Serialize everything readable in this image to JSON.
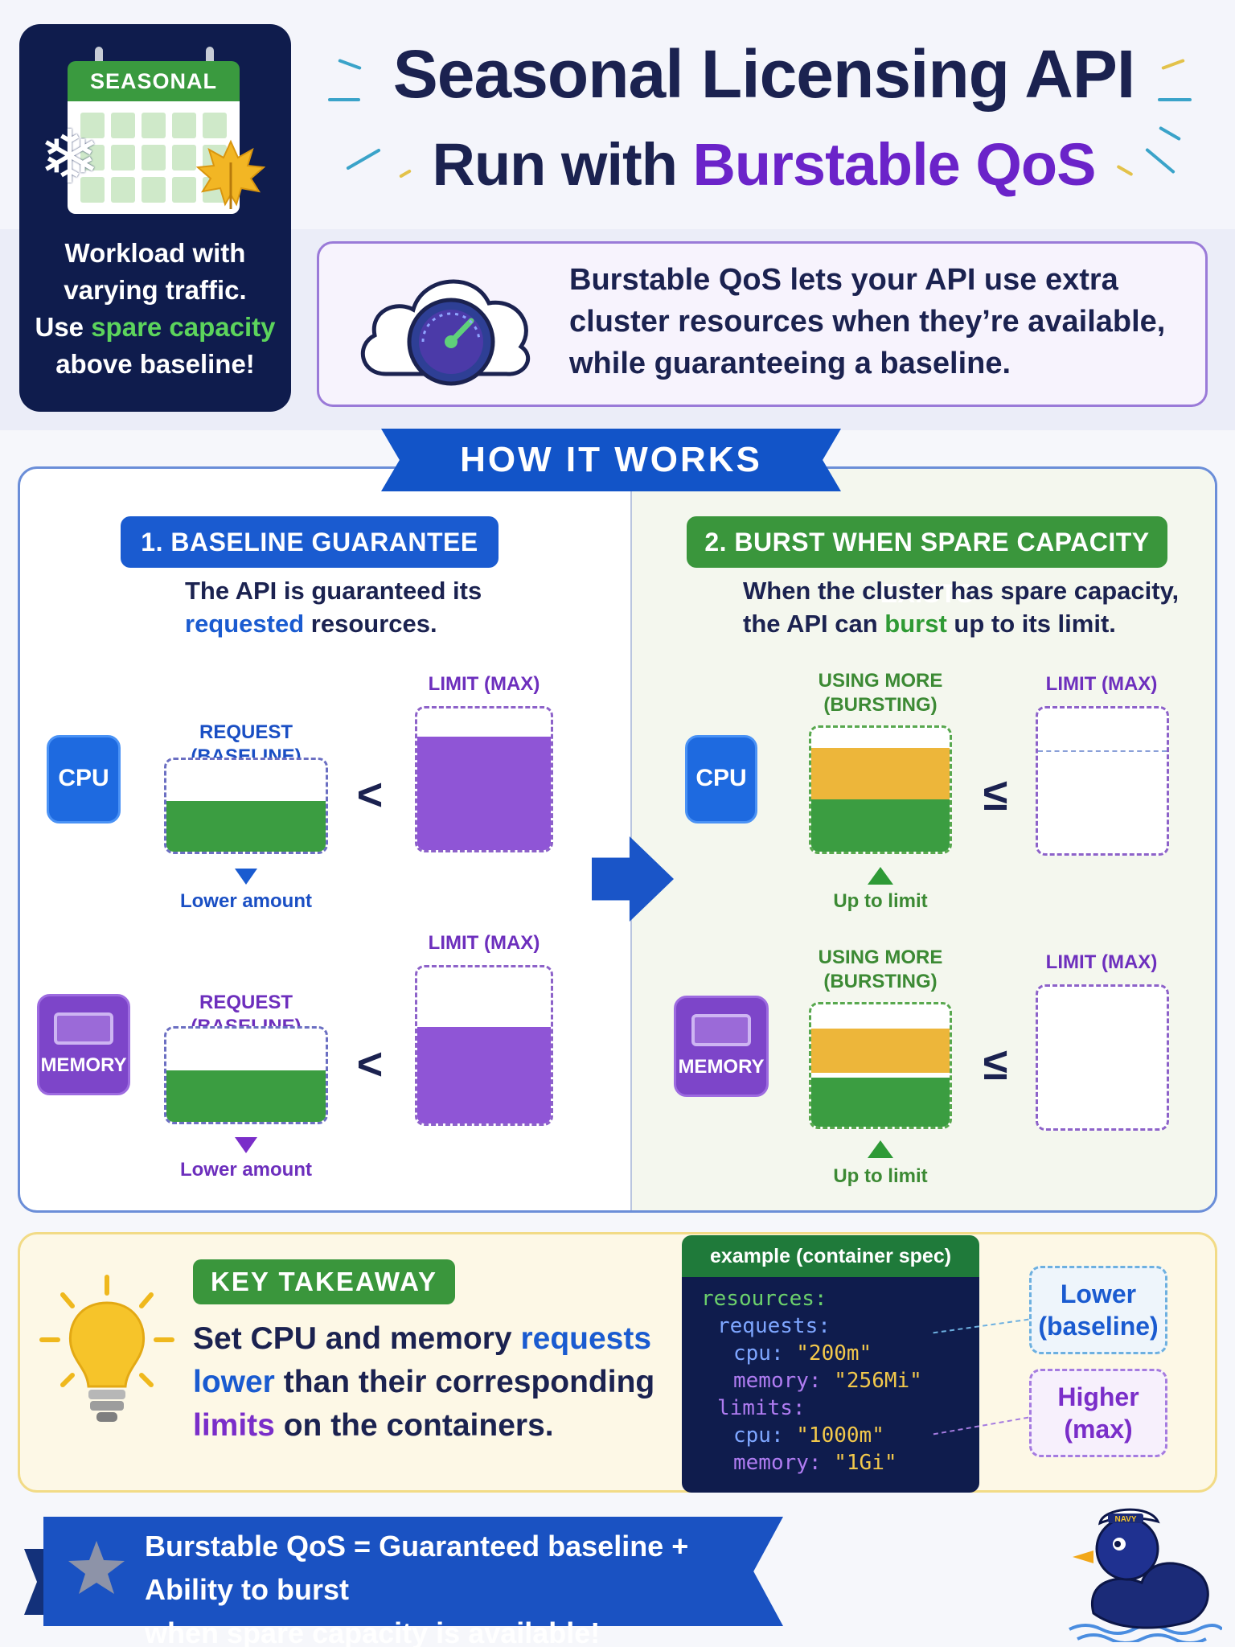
{
  "season_card": {
    "calendar_label": "SEASONAL",
    "line1": "Workload with",
    "line2": "varying traffic.",
    "line3_prefix": "Use ",
    "line3_highlight": "spare capacity",
    "line4": "above baseline!",
    "icons": [
      "calendar-icon",
      "snowflake-icon",
      "leaf-icon"
    ]
  },
  "header": {
    "title": "Seasonal Licensing API",
    "subtitle_prefix": "Run with ",
    "subtitle_accent": "Burstable QoS"
  },
  "intro": {
    "text": "Burstable QoS lets your API use extra cluster resources when they’re available, while guaranteeing a baseline.",
    "icon": "cloud-gauge-icon"
  },
  "how_it_works": {
    "banner": "HOW IT WORKS",
    "step1": {
      "title": "1. BASELINE GUARANTEE",
      "desc_line1": "The API is guaranteed its",
      "desc_highlight": "requested",
      "desc_rest": " resources.",
      "cpu": {
        "chip_label": "CPU",
        "request_label": "REQUEST (BASELINE)",
        "limit_label": "LIMIT (MAX)",
        "operator": "<",
        "note": "Lower amount",
        "request_fill": 0.55,
        "limit_fill": 0.8
      },
      "memory": {
        "chip_label": "MEMORY",
        "request_label": "REQUEST (BASELINE)",
        "limit_label": "LIMIT (MAX)",
        "operator": "<",
        "note": "Lower amount",
        "request_fill": 0.55,
        "limit_fill": 0.62
      }
    },
    "step2": {
      "title": "2. BURST WHEN SPARE CAPACITY EXISTS",
      "desc_line1": "When the cluster has spare capacity,",
      "desc_line2_prefix": "the API can ",
      "desc_highlight": "burst",
      "desc_line2_suffix": " up to its limit.",
      "cpu": {
        "chip_label": "CPU",
        "using_label_1": "USING MORE",
        "using_label_2": "(BURSTING)",
        "limit_label": "LIMIT (MAX)",
        "operator": "≤",
        "note": "Up to limit"
      },
      "memory": {
        "chip_label": "MEMORY",
        "using_label_1": "USING MORE",
        "using_label_2": "(BURSTING)",
        "limit_label": "LIMIT (MAX)",
        "operator": "≤",
        "note": "Up to limit"
      }
    }
  },
  "takeaway": {
    "label": "KEY TAKEAWAY",
    "part1": "Set CPU and memory ",
    "highlight1": "requests lower",
    "part2": " than their corresponding ",
    "highlight2": "limits",
    "part3": " on the containers."
  },
  "code": {
    "header": "example (container spec)",
    "lines": {
      "resources": "resources:",
      "requests": "requests:",
      "req_cpu_key": "cpu:",
      "req_cpu_val": "\"200m\"",
      "req_mem_key": "memory:",
      "req_mem_val": "\"256Mi\"",
      "limits": "limits:",
      "lim_cpu_key": "cpu:",
      "lim_cpu_val": "\"1000m\"",
      "lim_mem_key": "memory:",
      "lim_mem_val": "\"1Gi\""
    },
    "note_lower_1": "Lower",
    "note_lower_2": "(baseline)",
    "note_higher_1": "Higher",
    "note_higher_2": "(max)"
  },
  "footer": {
    "line1": "Burstable QoS = Guaranteed baseline + Ability to burst",
    "line2": "when spare capacity is available!",
    "duck_label": "NAVY"
  },
  "colors": {
    "navy": "#0f1c4d",
    "blue": "#1a5bd0",
    "green": "#3a963c",
    "purple": "#7a2ec9",
    "yellow": "#edb63a"
  }
}
